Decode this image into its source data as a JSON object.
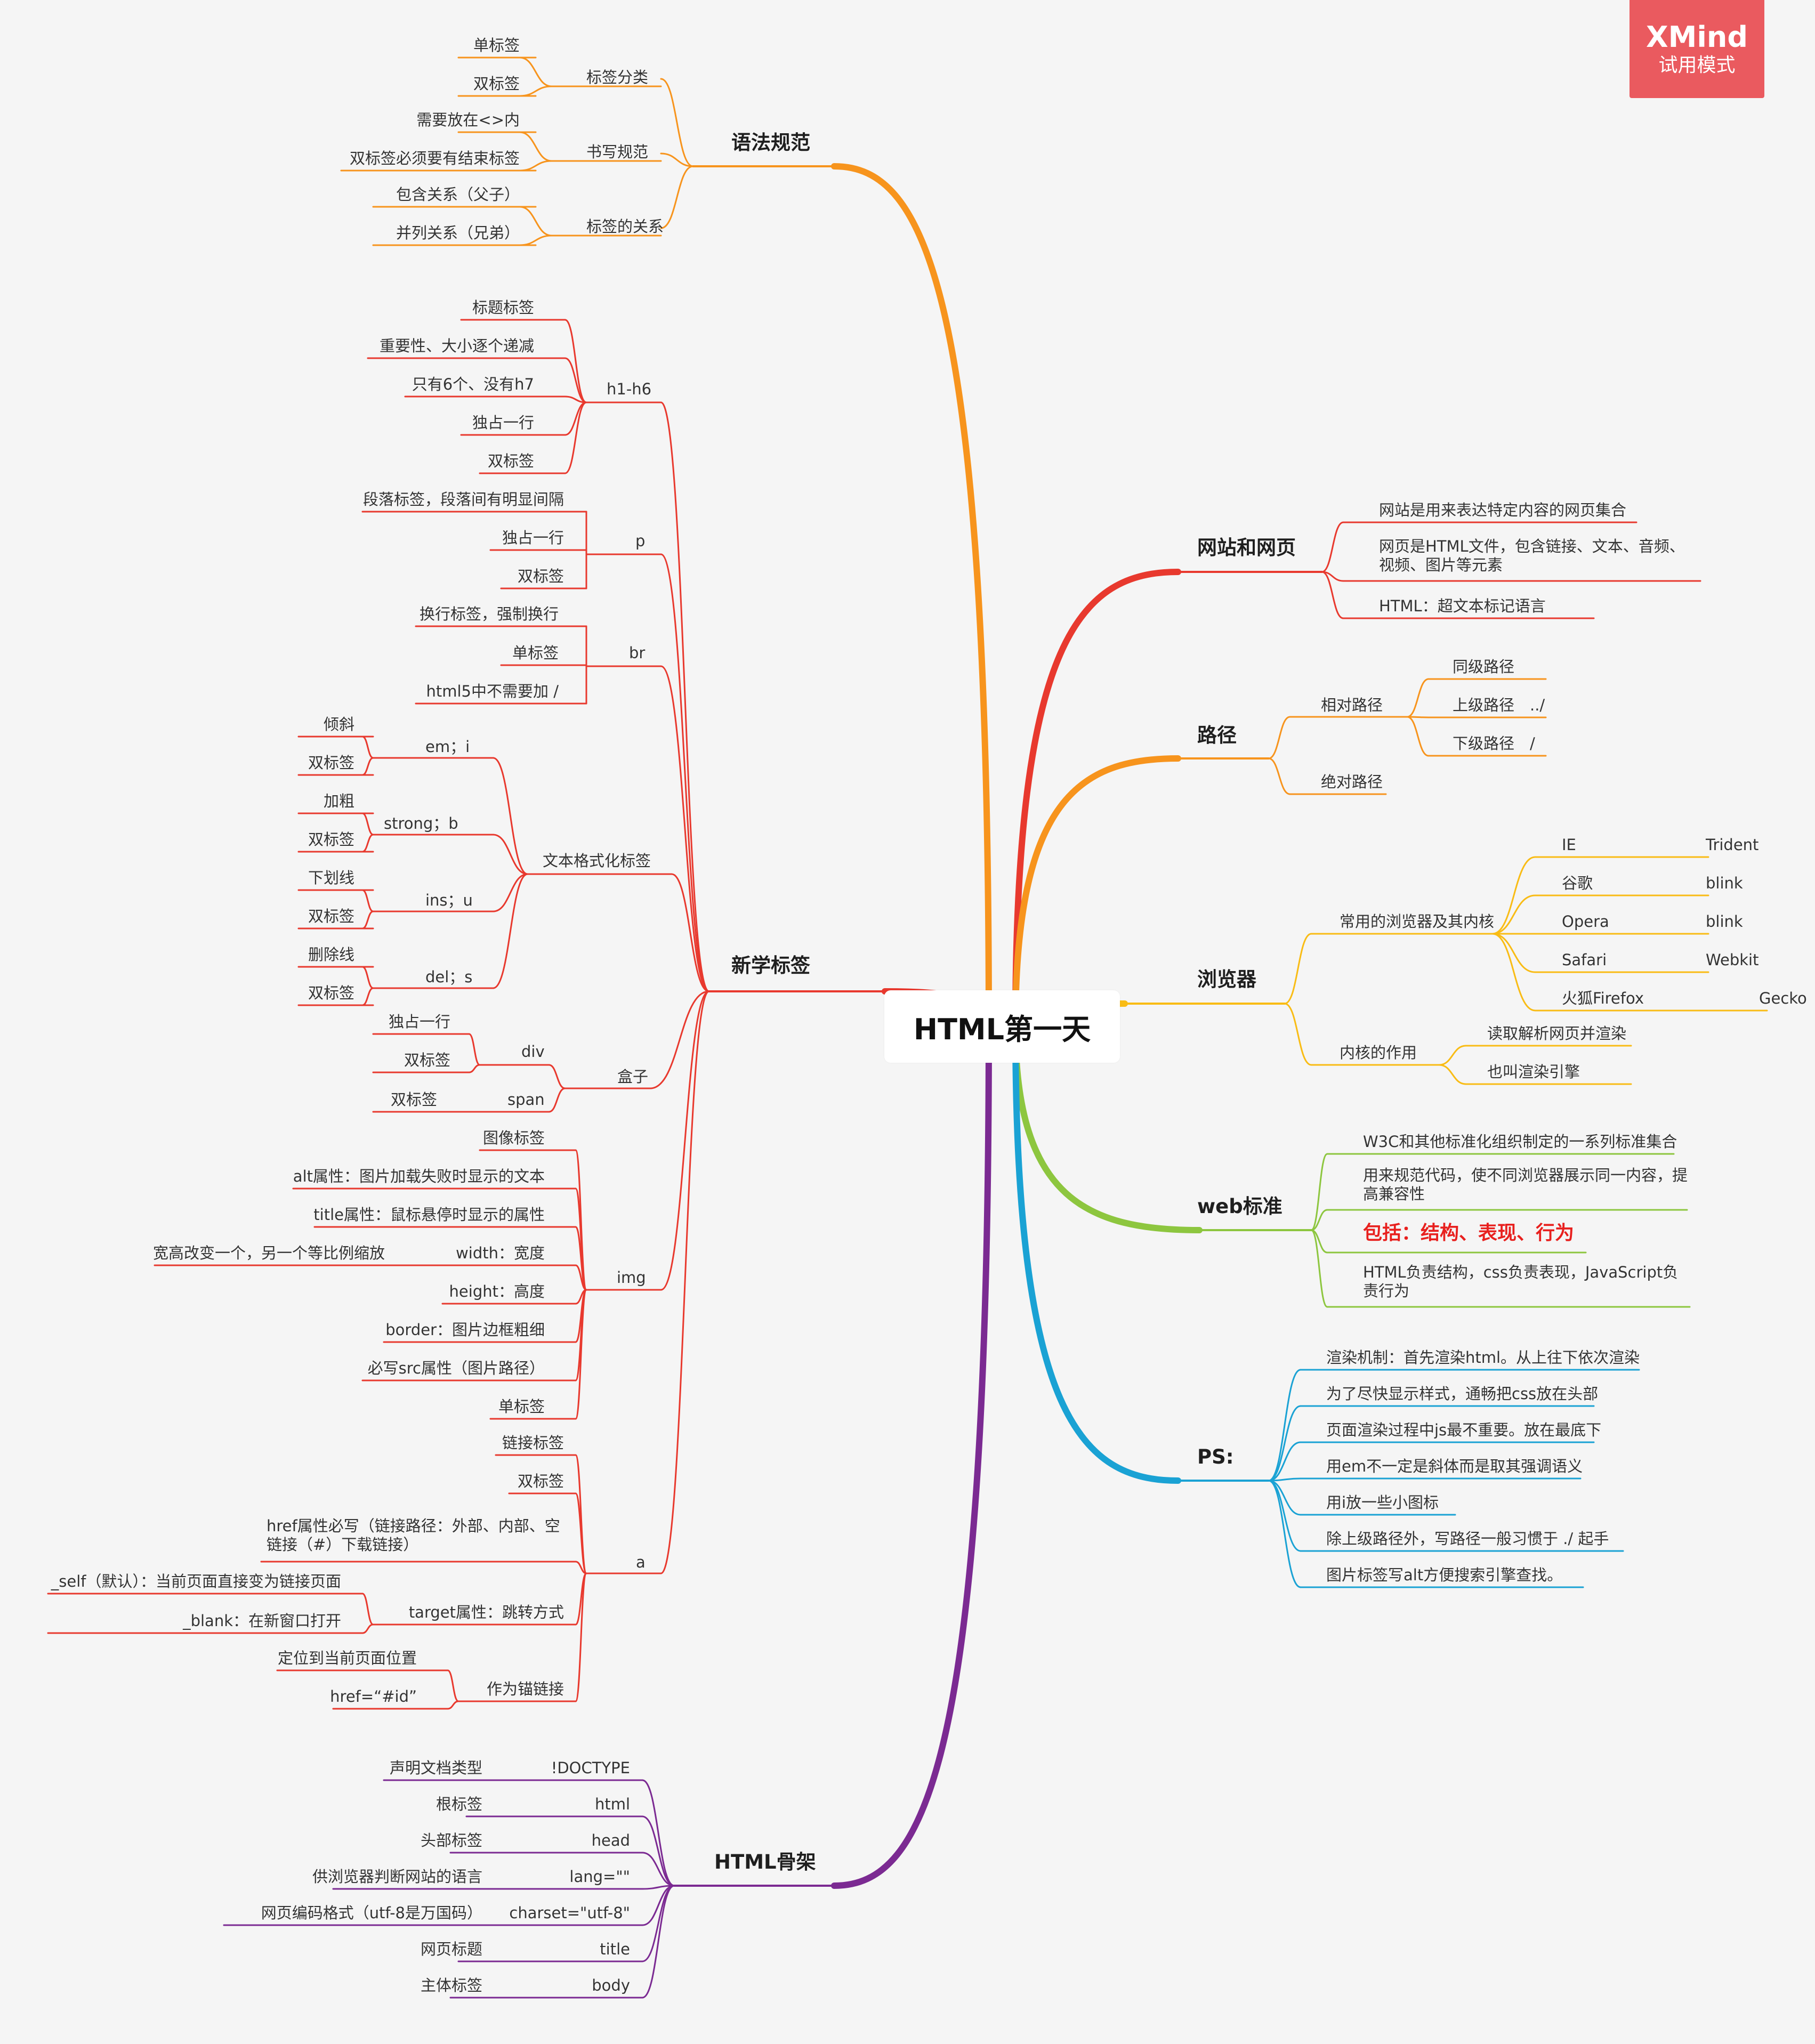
{
  "root": "HTML第一天",
  "badge": {
    "title": "XMind",
    "subtitle": "试用模式"
  },
  "colors": {
    "grammar": "#f7941d",
    "tags": "#e8392e",
    "skeleton": "#7b2a92",
    "site": "#e8392e",
    "path": "#f7941d",
    "browser": "#f9bc15",
    "web": "#8dc63f",
    "ps": "#1aa2d4",
    "highlight": "#e8201e"
  },
  "branches": {
    "grammar": {
      "title": "语法规范",
      "groups": [
        {
          "label": "标签分类",
          "items": [
            "单标签",
            "双标签"
          ]
        },
        {
          "label": "书写规范",
          "items": [
            "需要放在<>内",
            "双标签必须要有结束标签"
          ]
        },
        {
          "label": "标签的关系",
          "items": [
            "包含关系（父子）",
            "并列关系（兄弟）"
          ]
        }
      ]
    },
    "tags": {
      "title": "新学标签",
      "h1h6": {
        "label": "h1-h6",
        "items": [
          "标题标签",
          "重要性、大小逐个递减",
          "只有6个、没有h7",
          "独占一行",
          "双标签"
        ]
      },
      "p": {
        "label": "p",
        "items": [
          "段落标签，段落间有明显间隔",
          "独占一行",
          "双标签"
        ]
      },
      "br": {
        "label": "br",
        "items": [
          "换行标签，强制换行",
          "单标签",
          "html5中不需要加 /"
        ]
      },
      "format": {
        "label": "文本格式化标签",
        "subs": [
          {
            "label": "em；i",
            "items": [
              "倾斜",
              "双标签"
            ]
          },
          {
            "label": "strong；b",
            "items": [
              "加粗",
              "双标签"
            ]
          },
          {
            "label": "ins；u",
            "items": [
              "下划线",
              "双标签"
            ]
          },
          {
            "label": "del；s",
            "items": [
              "删除线",
              "双标签"
            ]
          }
        ]
      },
      "box": {
        "label": "盒子",
        "div": {
          "label": "div",
          "items": [
            "独占一行",
            "双标签"
          ]
        },
        "span": {
          "label": "span",
          "items": [
            "双标签"
          ]
        }
      },
      "img": {
        "label": "img",
        "items": [
          "图像标签",
          "alt属性：图片加载失败时显示的文本",
          "title属性：鼠标悬停时显示的属性",
          "width：宽度",
          "height：高度",
          "border：图片边框粗细",
          "必写src属性（图片路径）",
          "单标签"
        ],
        "width_note": "宽高改变一个，另一个等比例缩放"
      },
      "a": {
        "label": "a",
        "items": [
          "链接标签",
          "双标签",
          "href属性必写（链接路径：外部、内部、空链接（#）下载链接）"
        ],
        "target": {
          "label": "target属性：跳转方式",
          "items": [
            "_self（默认）：当前页面直接变为链接页面",
            "_blank：在新窗口打开"
          ]
        },
        "anchor": {
          "label": "作为锚链接",
          "items": [
            "定位到当前页面位置",
            "href=“#id”"
          ]
        }
      }
    },
    "skeleton": {
      "title": "HTML骨架",
      "rows": [
        {
          "tag": "!DOCTYPE",
          "desc": "声明文档类型"
        },
        {
          "tag": "html",
          "desc": "根标签"
        },
        {
          "tag": "head",
          "desc": "头部标签"
        },
        {
          "tag": "lang=\"\"",
          "desc": "供浏览器判断网站的语言"
        },
        {
          "tag": "charset=\"utf-8\"",
          "desc": "网页编码格式（utf-8是万国码）"
        },
        {
          "tag": "title",
          "desc": "网页标题"
        },
        {
          "tag": "body",
          "desc": "主体标签"
        }
      ]
    },
    "site": {
      "title": "网站和网页",
      "items": [
        "网站是用来表达特定内容的网页集合",
        "网页是HTML文件，包含链接、文本、音频、视频、图片等元素",
        "HTML：超文本标记语言"
      ]
    },
    "path": {
      "title": "路径",
      "relative": {
        "label": "相对路径",
        "items": [
          {
            "name": "同级路径",
            "sym": ""
          },
          {
            "name": "上级路径",
            "sym": "../"
          },
          {
            "name": "下级路径",
            "sym": "/"
          }
        ]
      },
      "absolute": "绝对路径"
    },
    "browser": {
      "title": "浏览器",
      "common": {
        "label": "常用的浏览器及其内核",
        "items": [
          {
            "name": "IE",
            "engine": "Trident"
          },
          {
            "name": "谷歌",
            "engine": "blink"
          },
          {
            "name": "Opera",
            "engine": "blink"
          },
          {
            "name": "Safari",
            "engine": "Webkit"
          },
          {
            "name": "火狐Firefox",
            "engine": "Gecko"
          }
        ]
      },
      "kernel": {
        "label": "内核的作用",
        "items": [
          "读取解析网页并渲染",
          "也叫渲染引擎"
        ]
      }
    },
    "web": {
      "title": "web标准",
      "items": [
        "W3C和其他标准化组织制定的一系列标准集合",
        "用来规范代码，使不同浏览器展示同一内容，提高兼容性",
        "包括：结构、表现、行为",
        "HTML负责结构，css负责表现，JavaScript负责行为"
      ]
    },
    "ps": {
      "title": "PS:",
      "items": [
        "渲染机制：首先渲染html。从上往下依次渲染",
        "为了尽快显示样式，通畅把css放在头部",
        "页面渲染过程中js最不重要。放在最底下",
        "用em不一定是斜体而是取其强调语义",
        "用i放一些小图标",
        "除上级路径外，写路径一般习惯于 ./ 起手",
        "图片标签写alt方便搜索引擎查找。"
      ]
    }
  }
}
